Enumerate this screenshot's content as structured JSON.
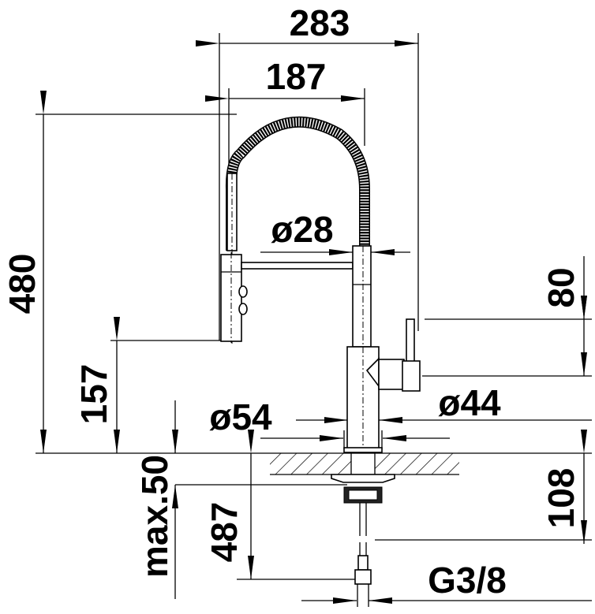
{
  "drawing": {
    "title": "Faucet dimension drawing",
    "dimensions": {
      "overall_width": "283",
      "spout_reach": "187",
      "overall_height": "480",
      "hose_diameter": "ø28",
      "lever_height": "80",
      "spray_height": "157",
      "body_diameter": "ø44",
      "base_diameter": "ø54",
      "max_deck_thickness": "max.50",
      "hose_length": "487",
      "below_deck": "108",
      "connection": "G3/8"
    },
    "colors": {
      "line": "#000000",
      "background": "#ffffff"
    }
  }
}
